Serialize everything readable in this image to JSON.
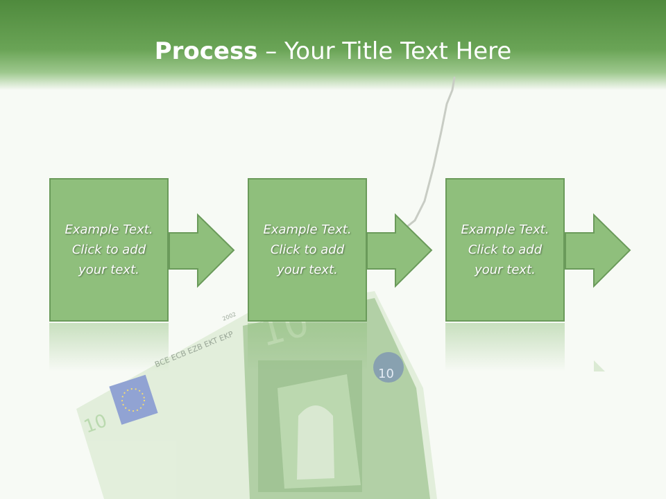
{
  "slide": {
    "title_bold": "Process",
    "title_rest": " – Your Title Text Here"
  },
  "steps": [
    {
      "text": "Example Text.\nClick  to add\nyour text."
    },
    {
      "text": "Example Text.\nClick  to add\nyour text."
    },
    {
      "text": "Example Text.\nClick  to add\nyour text."
    }
  ],
  "colors": {
    "header": "#5e9a4b",
    "box": "#8fbf7c",
    "box_border": "#6a9a5a",
    "background": "#f7faf5"
  },
  "illustration": {
    "subject": "euro-banknote-on-fishing-hook",
    "banknote_value": "10",
    "banknote_codes": "BCE ECB EZB EKT EKP",
    "banknote_year": "2002"
  }
}
